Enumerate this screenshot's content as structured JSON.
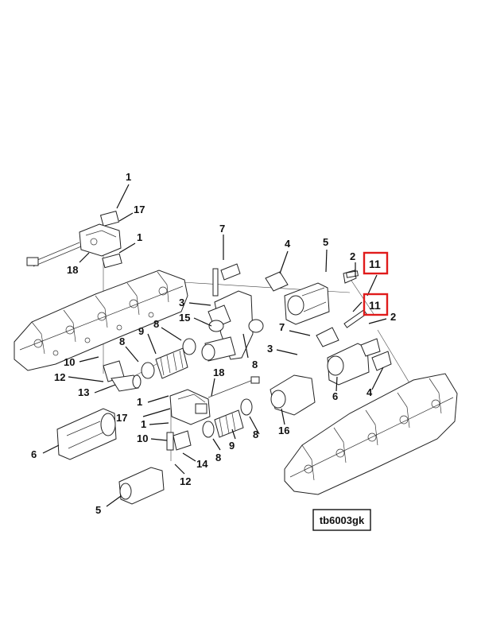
{
  "reference_id": "tb6003gk",
  "callouts": [
    {
      "id": "c1a",
      "label": "1"
    },
    {
      "id": "c17a",
      "label": "17"
    },
    {
      "id": "c1b",
      "label": "1"
    },
    {
      "id": "c18a",
      "label": "18"
    },
    {
      "id": "c7a",
      "label": "7"
    },
    {
      "id": "c4a",
      "label": "4"
    },
    {
      "id": "c5a",
      "label": "5"
    },
    {
      "id": "c2a",
      "label": "2"
    },
    {
      "id": "c11a",
      "label": "11"
    },
    {
      "id": "c11b",
      "label": "11"
    },
    {
      "id": "c2b",
      "label": "2"
    },
    {
      "id": "c3a",
      "label": "3"
    },
    {
      "id": "c15",
      "label": "15"
    },
    {
      "id": "c9a",
      "label": "9"
    },
    {
      "id": "c8a",
      "label": "8"
    },
    {
      "id": "c8b",
      "label": "8"
    },
    {
      "id": "c10a",
      "label": "10"
    },
    {
      "id": "c12a",
      "label": "12"
    },
    {
      "id": "c13",
      "label": "13"
    },
    {
      "id": "c7b",
      "label": "7"
    },
    {
      "id": "c3b",
      "label": "3"
    },
    {
      "id": "c18b",
      "label": "18"
    },
    {
      "id": "c1c",
      "label": "1"
    },
    {
      "id": "c17b",
      "label": "17"
    },
    {
      "id": "c1d",
      "label": "1"
    },
    {
      "id": "c10b",
      "label": "10"
    },
    {
      "id": "c6a",
      "label": "6"
    },
    {
      "id": "c6b",
      "label": "6"
    },
    {
      "id": "c4b",
      "label": "4"
    },
    {
      "id": "c16",
      "label": "16"
    },
    {
      "id": "c8c",
      "label": "8"
    },
    {
      "id": "c9b",
      "label": "9"
    },
    {
      "id": "c8d",
      "label": "8"
    },
    {
      "id": "c14",
      "label": "14"
    },
    {
      "id": "c12b",
      "label": "12"
    },
    {
      "id": "c5b",
      "label": "5"
    }
  ],
  "highlighted_callouts": [
    "c11a",
    "c11b"
  ],
  "colors": {
    "highlight": "#e01b1b",
    "line": "#111111"
  }
}
